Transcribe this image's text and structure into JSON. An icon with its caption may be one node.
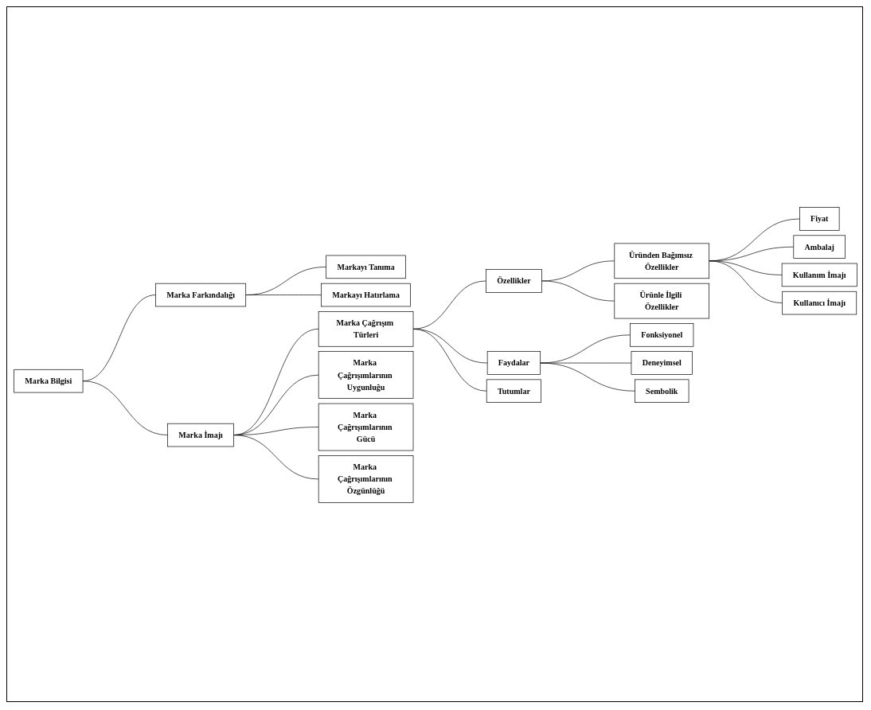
{
  "diagram": {
    "nodes": [
      {
        "text": [
          "Marka Bilgisi"
        ]
      },
      {
        "text": [
          "Marka Farkındalığı"
        ]
      },
      {
        "text": [
          "Markayı Tanıma"
        ]
      },
      {
        "text": [
          "Markayı Hatırlama"
        ]
      },
      {
        "text": [
          "Marka İmajı"
        ]
      },
      {
        "text": [
          "Marka Çağrışım Türleri"
        ]
      },
      {
        "text": [
          "Marka Çağrışımlarının Uygunluğu"
        ]
      },
      {
        "text": [
          "Marka Çağrışımlarının Gücü"
        ]
      },
      {
        "text": [
          "Marka Çağrışımlarının Özgünlüğü"
        ]
      },
      {
        "text": [
          "Özellikler"
        ]
      },
      {
        "text": [
          "Faydalar"
        ]
      },
      {
        "text": [
          "Tutumlar"
        ]
      },
      {
        "text": [
          "Üründen Bağımsız Özellikler"
        ]
      },
      {
        "text": [
          "Ürünle İlgili Özellikler"
        ]
      },
      {
        "text": [
          "Fiyat"
        ]
      },
      {
        "text": [
          "Ambalaj"
        ]
      },
      {
        "text": [
          "Kullanım İmajı"
        ]
      },
      {
        "text": [
          "Kullanıcı İmajı"
        ]
      },
      {
        "text": [
          "Fonksiyonel"
        ]
      },
      {
        "text": [
          "Deneyimsel"
        ]
      },
      {
        "text": [
          "Sembolik"
        ]
      }
    ],
    "edges": [
      {
        "from": 0,
        "to": 1,
        "arrow": "none"
      },
      {
        "from": 1,
        "to": 2,
        "arrow": "none"
      },
      {
        "from": 1,
        "to": 3,
        "arrow": "none"
      },
      {
        "from": 0,
        "to": 4,
        "arrow": "none"
      },
      {
        "from": 4,
        "to": 5,
        "arrow": "none"
      },
      {
        "from": 4,
        "to": 6,
        "arrow": "none"
      },
      {
        "from": 4,
        "to": 7,
        "arrow": "none"
      },
      {
        "from": 4,
        "to": 8,
        "arrow": "none"
      },
      {
        "from": 5,
        "to": 9,
        "arrow": "none"
      },
      {
        "from": 5,
        "to": 10,
        "arrow": "none"
      },
      {
        "from": 5,
        "to": 11,
        "arrow": "none"
      },
      {
        "from": 9,
        "to": 12,
        "arrow": "none"
      },
      {
        "from": 9,
        "to": 13,
        "arrow": "none"
      },
      {
        "from": 12,
        "to": 14,
        "arrow": "none"
      },
      {
        "from": 12,
        "to": 15,
        "arrow": "none"
      },
      {
        "from": 12,
        "to": 16,
        "arrow": "none"
      },
      {
        "from": 12,
        "to": 17,
        "arrow": "none"
      },
      {
        "from": 10,
        "to": 18,
        "arrow": "none"
      },
      {
        "from": 10,
        "to": 19,
        "arrow": "none"
      },
      {
        "from": 10,
        "to": 20,
        "arrow": "none"
      }
    ]
  }
}
